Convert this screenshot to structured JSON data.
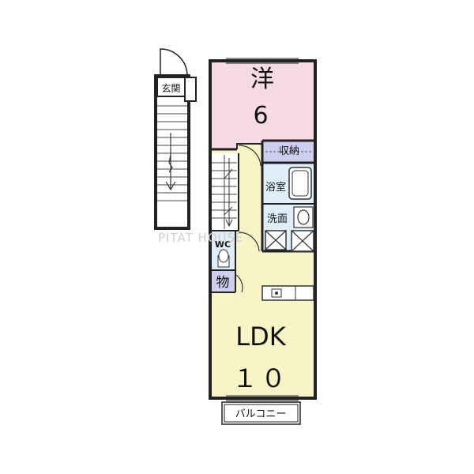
{
  "plan": {
    "entrance": "玄関",
    "western_room": {
      "name": "洋",
      "size": "6"
    },
    "storage": "収納",
    "bathroom": "浴室",
    "washroom": "洗面",
    "toilet": "WC",
    "closet": "物",
    "ldk": {
      "name": "LDK",
      "size": "１０"
    },
    "balcony": "バルコニー",
    "watermark": "PITAT HOUSE"
  },
  "colors": {
    "western_room": "#f6dbe6",
    "ldk": "#f8f4c8",
    "wet_area": "#dfeef8",
    "storage": "#cfcdf0",
    "wall": "#222222"
  }
}
